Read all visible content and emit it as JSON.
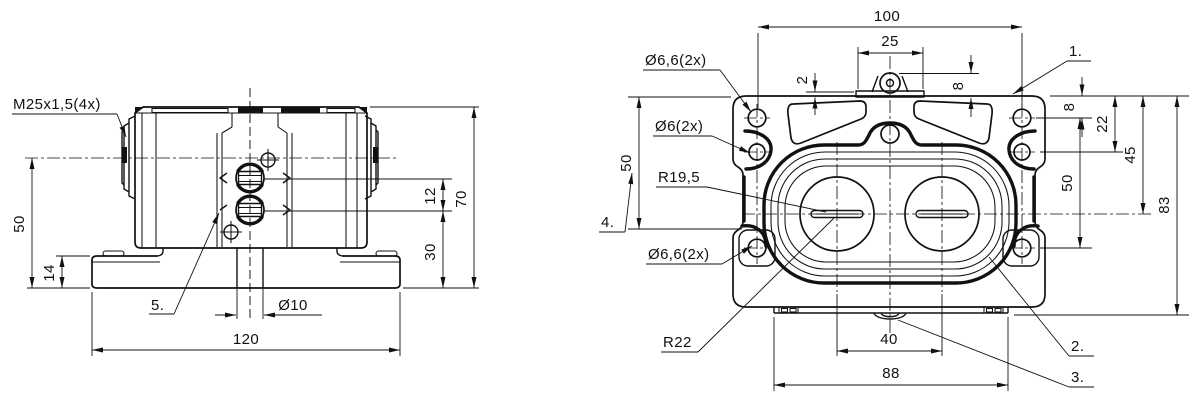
{
  "drawing": {
    "front_view": {
      "thread_label": "M25x1,5(4x)",
      "dim_50": "50",
      "dim_14": "14",
      "note_5": "5.",
      "dim_d10": "Ø10",
      "dim_120": "120",
      "dim_12": "12",
      "dim_30": "30",
      "dim_70": "70"
    },
    "top_view": {
      "dim_100": "100",
      "dim_25": "25",
      "dim_2": "2",
      "dim_8_clip": "8",
      "label_d66_top": "Ø6,6(2x)",
      "label_d6": "Ø6(2x)",
      "label_r195": "R19,5",
      "dim_50_left": "50",
      "note_4": "4.",
      "label_d66_bottom": "Ø6,6(2x)",
      "label_r22": "R22",
      "dim_40": "40",
      "dim_88": "88",
      "note_1": "1.",
      "dim_8_right": "8",
      "dim_22": "22",
      "dim_45": "45",
      "dim_50_right": "50",
      "dim_83": "83",
      "note_2": "2.",
      "note_3": "3."
    },
    "colors": {
      "ink": "#111111",
      "background": "#ffffff"
    }
  }
}
